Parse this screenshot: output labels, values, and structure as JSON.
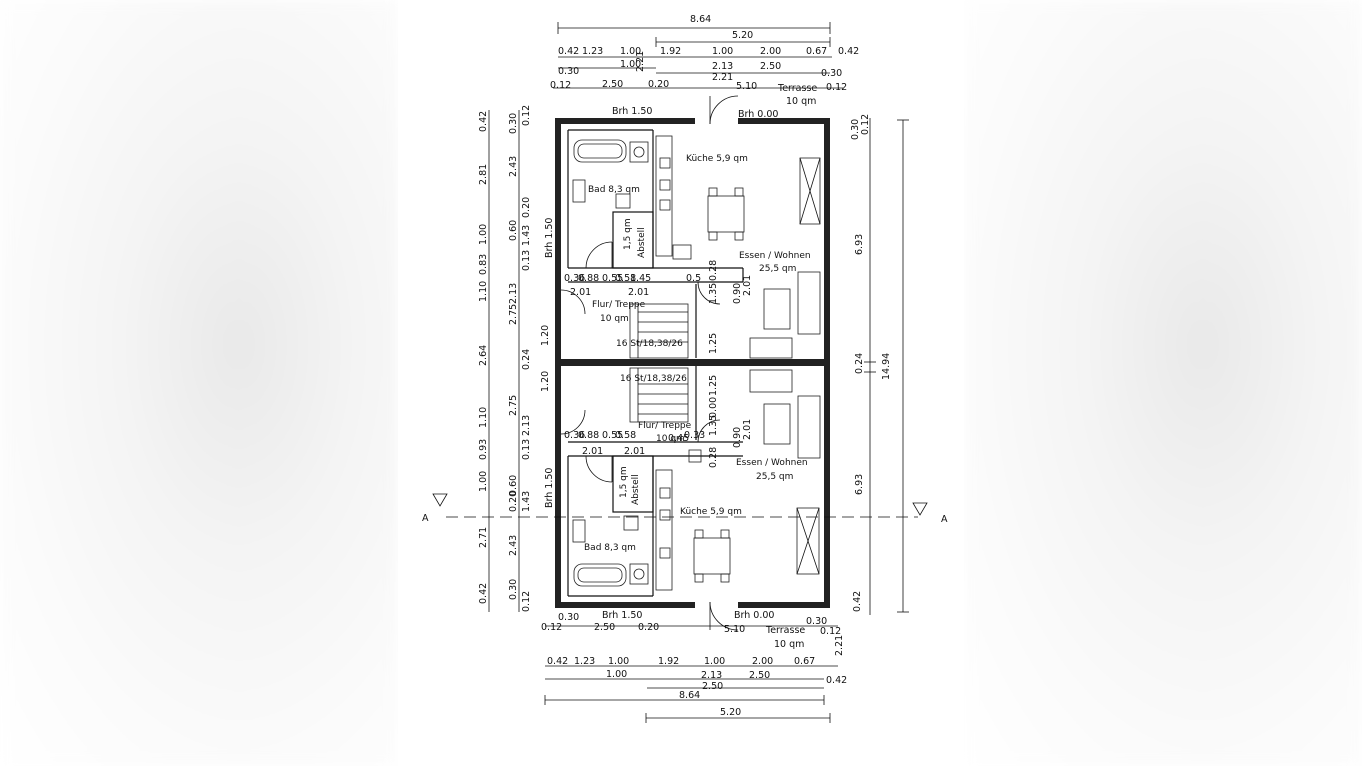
{
  "plan": {
    "dims_top": {
      "overall": "8.64",
      "right_span": "5.20",
      "row1": [
        "0.42",
        "1.23",
        "1.00",
        "1.92",
        "1.00",
        "2.00",
        "0.67",
        "0.42"
      ],
      "row2": [
        "1.00",
        "2.13",
        "2.50"
      ],
      "row3": [
        "0.30",
        "2.21",
        "0.30"
      ],
      "row4": [
        "0.12",
        "2.50",
        "0.20",
        "5.10",
        "0.12"
      ],
      "terrace": "Terrasse",
      "terrace_area": "10 qm"
    },
    "dims_bottom": {
      "overall": "8.64",
      "right_span": "5.20",
      "row1": [
        "0.42",
        "1.23",
        "1.00",
        "1.92",
        "1.00",
        "2.00",
        "0.67"
      ],
      "row2": [
        "1.00",
        "2.13",
        "2.50",
        "0.42"
      ],
      "row3": [
        "0.30",
        "0.30",
        "2.21"
      ],
      "row4": [
        "0.12",
        "2.50",
        "0.20",
        "5.10",
        "0.12"
      ],
      "terrace": "Terrasse",
      "terrace_area": "10 qm"
    },
    "dims_left": {
      "outer": [
        "0.42",
        "2.81",
        "1.00",
        "0.83",
        "1.10",
        "2.64",
        "1.10",
        "0.93",
        "1.00",
        "2.71",
        "0.42"
      ],
      "inner": [
        "0.30",
        "0.12",
        "2.43",
        "0.20",
        "1.43",
        "0.60",
        "0.13",
        "2.13",
        "2.75",
        "1.20",
        "0.24",
        "1.20",
        "2.75",
        "2.13",
        "0.13",
        "0.60",
        "1.43",
        "0.20",
        "2.43",
        "0.30",
        "0.12"
      ]
    },
    "dims_right": {
      "overall": "14.94",
      "upper": "6.93",
      "middle": "0.24",
      "lower": "6.93",
      "top_small": [
        "0.30",
        "0.12"
      ],
      "bottom_small": [
        "0.42"
      ]
    },
    "section_marker": "A",
    "upper_unit": {
      "bath_sill": "Brh 1.50",
      "terrace_sill": "Brh 0.00",
      "side_sill": "Brh 1.50",
      "kitchen": "Küche 5,9 qm",
      "bath": "Bad 8,3 qm",
      "storage_area": "1,5 qm",
      "storage": "Abstell",
      "living": "Essen / Wohnen",
      "living_area": "25,5 qm",
      "hall": "Flur/ Treppe",
      "hall_area": "10 qm",
      "stairs": "16 St/18,38/26",
      "inner_dims": [
        "0.36",
        "0.88",
        "0.55",
        "0.58",
        "1.45",
        "0.5",
        "2.01",
        "2.01"
      ],
      "door_dims": [
        "0.28",
        "1.35",
        "0.90",
        "2.01",
        "1.25"
      ]
    },
    "lower_unit": {
      "bath_sill": "Brh 1.50",
      "terrace_sill": "Brh 0.00",
      "side_sill": "Brh 1.50",
      "kitchen": "Küche 5,9 qm",
      "bath": "Bad 8,3 qm",
      "storage_area": "1,5 qm",
      "storage": "Abstell",
      "living": "Essen / Wohnen",
      "living_area": "25,5 qm",
      "hall": "Flur/ Treppe",
      "hall_area": "10 qm",
      "stairs": "16 St/18,38/26",
      "inner_dims": [
        "0.36",
        "0.88",
        "0.55",
        "0.58",
        "0.45",
        "0.33",
        "2.01",
        "2.01"
      ],
      "door_dims": [
        "1.25",
        "0.00",
        "1.35",
        "0.90",
        "2.01",
        "0.28"
      ]
    }
  }
}
